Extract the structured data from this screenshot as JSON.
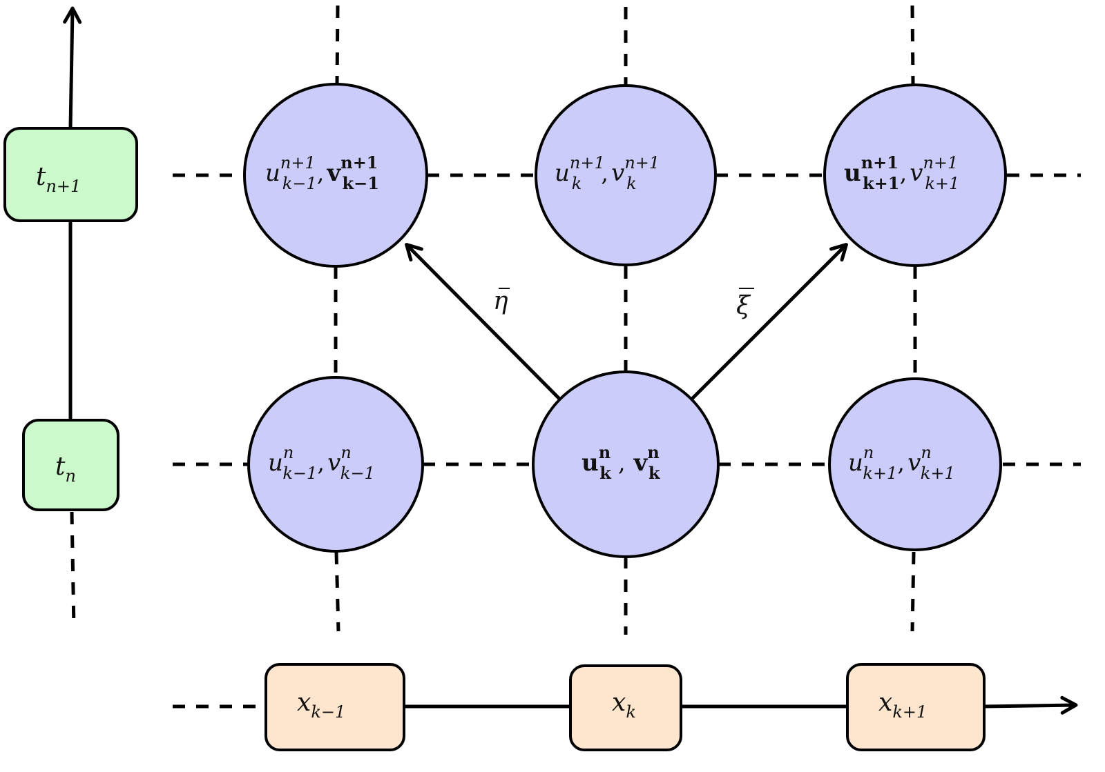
{
  "colors": {
    "node_fill": "#ccccfa",
    "time_box_fill": "#ccf9cc",
    "space_box_fill": "#fde6cd",
    "stroke": "#000000",
    "background": "#ffffff"
  },
  "time_axis": {
    "boxes": [
      {
        "id": "t-n-plus-1",
        "base": "t",
        "subscript": "n+1"
      },
      {
        "id": "t-n",
        "base": "t",
        "subscript": "n"
      }
    ]
  },
  "space_axis": {
    "boxes": [
      {
        "id": "x-k-minus-1",
        "base": "x",
        "subscript": "k−1"
      },
      {
        "id": "x-k",
        "base": "x",
        "subscript": "k"
      },
      {
        "id": "x-k-plus-1",
        "base": "x",
        "subscript": "k+1"
      }
    ]
  },
  "nodes": [
    {
      "id": "node-u-k-1-n1",
      "u": {
        "base": "u",
        "sup": "n+1",
        "sub": "k−1",
        "bold": false
      },
      "v": {
        "base": "v",
        "sup": "n+1",
        "sub": "k−1",
        "bold": true
      },
      "highlight": false
    },
    {
      "id": "node-u-k-n1",
      "u": {
        "base": "u",
        "sup": "n+1",
        "sub": "k",
        "bold": false
      },
      "v": {
        "base": "v",
        "sup": "n+1",
        "sub": "k",
        "bold": false
      },
      "highlight": false
    },
    {
      "id": "node-u-kp1-n1",
      "u": {
        "base": "u",
        "sup": "n+1",
        "sub": "k+1",
        "bold": true
      },
      "v": {
        "base": "v",
        "sup": "n+1",
        "sub": "k+1",
        "bold": false
      },
      "highlight": false
    },
    {
      "id": "node-u-k-1-n",
      "u": {
        "base": "u",
        "sup": "n",
        "sub": "k−1",
        "bold": false
      },
      "v": {
        "base": "v",
        "sup": "n",
        "sub": "k−1",
        "bold": false
      },
      "highlight": false
    },
    {
      "id": "node-u-k-n",
      "u": {
        "base": "u",
        "sup": "n",
        "sub": "k",
        "bold": true
      },
      "v": {
        "base": "v",
        "sup": "n",
        "sub": "k",
        "bold": true
      },
      "highlight": true
    },
    {
      "id": "node-u-kp1-n",
      "u": {
        "base": "u",
        "sup": "n",
        "sub": "k+1",
        "bold": false
      },
      "v": {
        "base": "v",
        "sup": "n",
        "sub": "k+1",
        "bold": false
      },
      "highlight": false
    }
  ],
  "separator": ",",
  "arrows": [
    {
      "id": "eta-arrow",
      "label": "η",
      "from": "node-u-k-n",
      "to": "node-u-k-1-n1"
    },
    {
      "id": "xi-arrow",
      "label": "ξ",
      "from": "node-u-k-n",
      "to": "node-u-kp1-n1"
    }
  ]
}
